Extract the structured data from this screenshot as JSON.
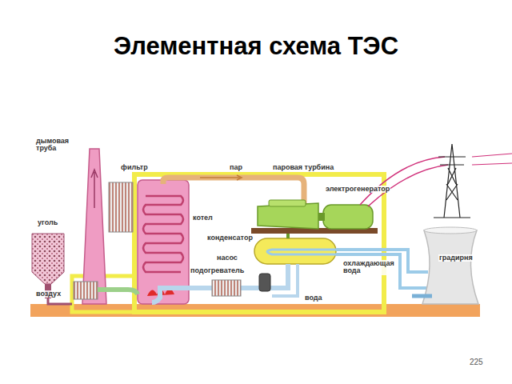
{
  "diagram": {
    "title": "Элементная схема ТЭС",
    "labels": [
      "дымовая труба",
      "фильтр",
      "пар",
      "паровая турбина",
      "электрогенератор",
      "уголь",
      "котел",
      "конденсатор",
      "насос",
      "градирня",
      "подогреватель",
      "охлаждающая вода",
      "воздух",
      "вода",
      "225"
    ]
  }
}
